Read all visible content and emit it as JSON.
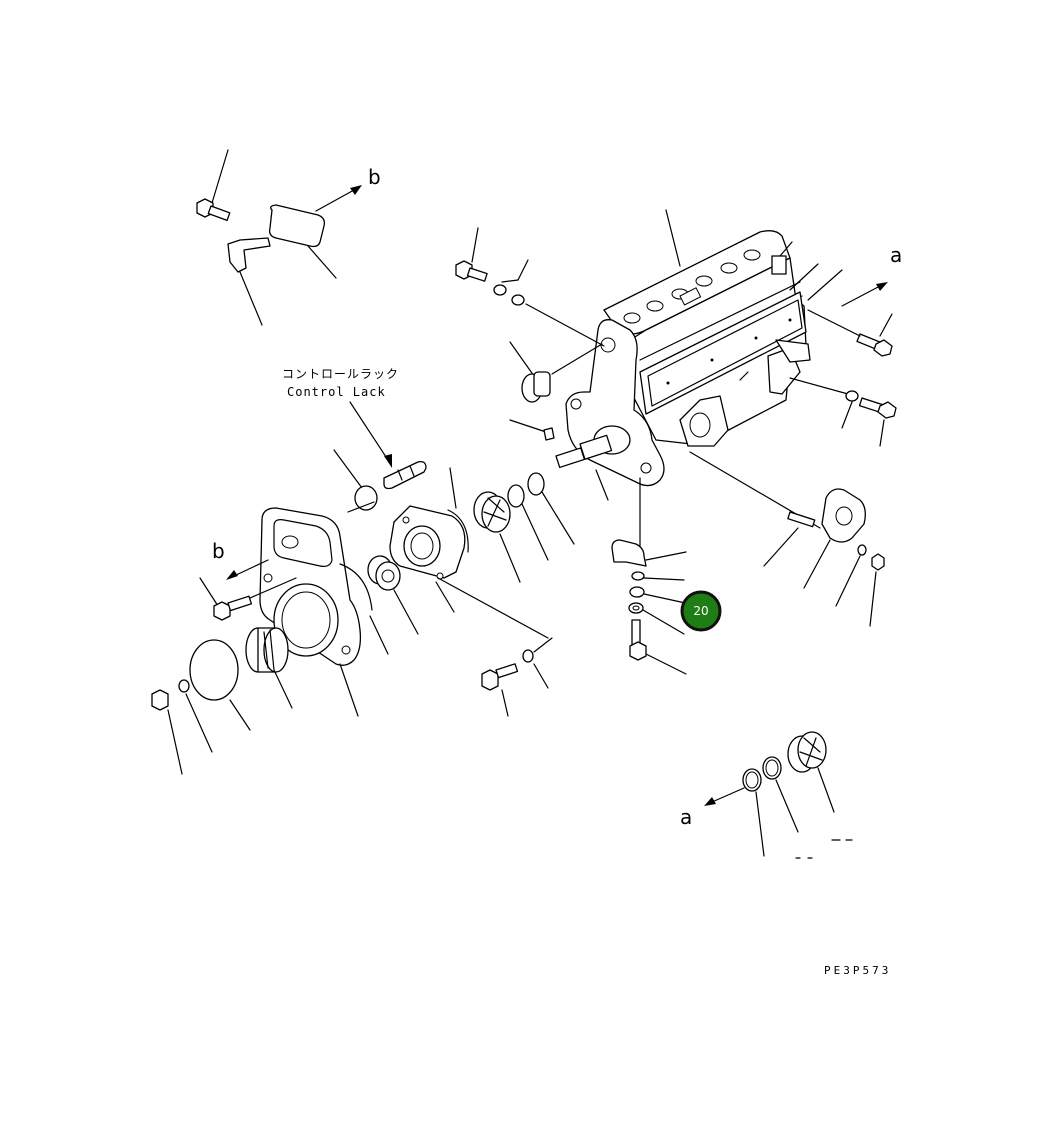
{
  "callout_letters": {
    "b_top": "b",
    "a_top": "a",
    "b_left": "b",
    "a_bottom": "a"
  },
  "control_rack": {
    "jp": "コントロールラック",
    "en": "Control Lack"
  },
  "highlighted_part": {
    "number": "20",
    "color": "#1e7d14",
    "border_color": "#111111"
  },
  "drawing_code": "PE3P573"
}
